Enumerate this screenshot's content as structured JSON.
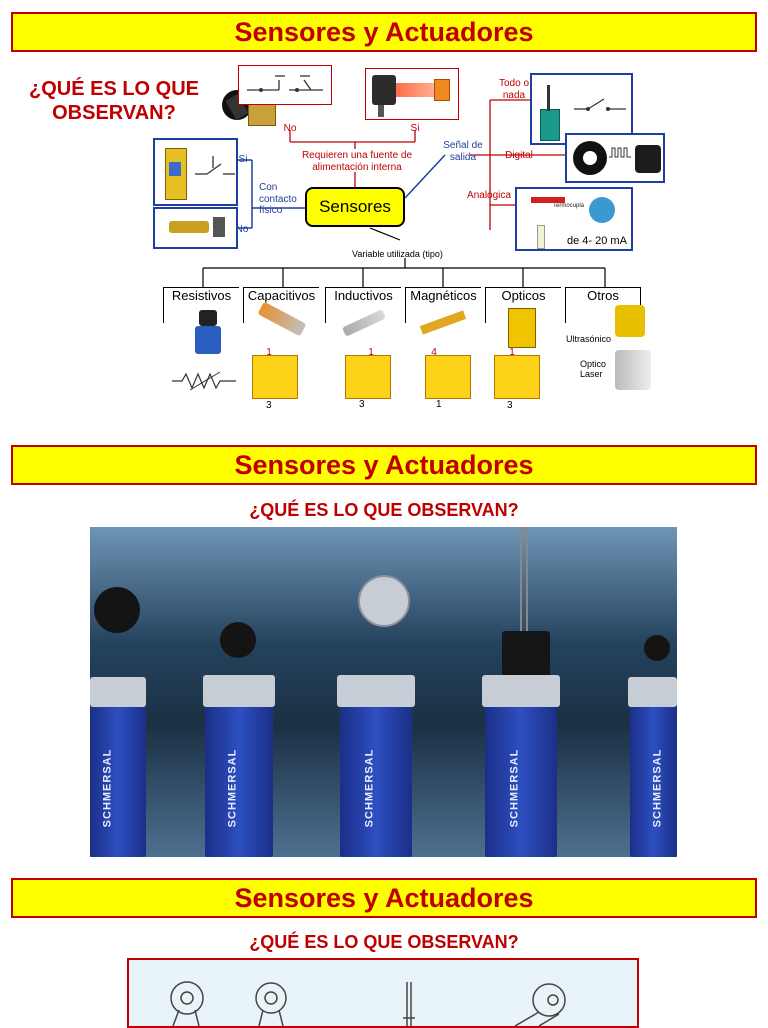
{
  "slides": [
    {
      "title": "Sensores y Actuadores",
      "question": "¿QUÉ ES LO QUE OBSERVAN?"
    },
    {
      "title": "Sensores y Actuadores",
      "question": "¿QUÉ ES LO QUE OBSERVAN?"
    },
    {
      "title": "Sensores y Actuadores",
      "question": "¿QUÉ ES LO QUE OBSERVAN?"
    }
  ],
  "question_line1": "¿QUÉ ES LO QUE",
  "question_line2": "OBSERVAN?",
  "diagram": {
    "center": "Sensores",
    "requieren": "Requieren una fuente de alimentación interna",
    "no": "No",
    "si": "Si",
    "contacto": "Con contacto físico",
    "senal": "Señal de salida",
    "todo_nada": "Todo o nada",
    "digital": "Digital",
    "analogica": "Analógica",
    "corriente": "de 4- 20 mA",
    "termocupla": "Termocupla",
    "variable": "Variable utilizada (tipo)",
    "categories": [
      "Resistivos",
      "Capacitivos",
      "Inductivos",
      "Magnéticos",
      "Opticos",
      "Otros"
    ],
    "ultrasonico": "Ultrasónico",
    "optico_laser": "Optico Laser",
    "pin1": "1",
    "pin3": "3",
    "pin4": "4"
  },
  "brand": "SCHMERSAL",
  "colors": {
    "banner_bg": "#ffff00",
    "banner_text": "#c00000",
    "center_box": "#ffff00",
    "blue_lines": "#1f3fa0"
  }
}
